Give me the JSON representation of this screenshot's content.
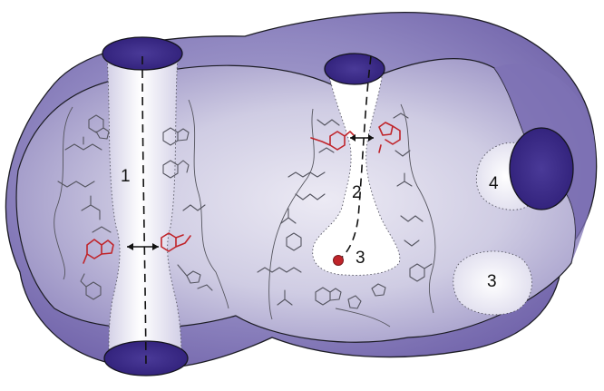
{
  "labels": {
    "channel_1": "1",
    "channel_2": "2",
    "cavity_end": "3",
    "pocket_3": "3",
    "pocket_4": "4"
  },
  "colors": {
    "protein_fill_dark": "#6e60a8",
    "protein_fill_light": "#c9c6e0",
    "channel_opening": "#3f2f8c",
    "highlighted_residue": "#c0242a",
    "ligand_dot": "#c0242a"
  }
}
